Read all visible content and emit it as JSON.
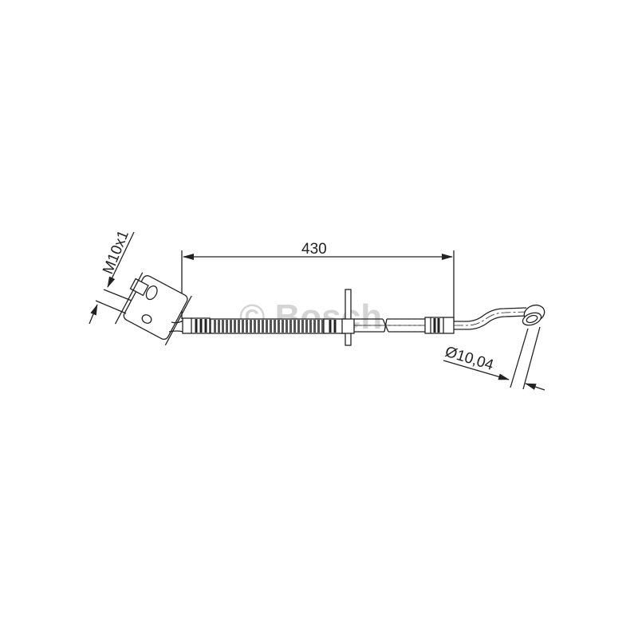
{
  "drawing": {
    "length_dimension": "430",
    "thread_dimension": "M10x1",
    "diameter_dimension": "Ø10,04",
    "watermark": "© Bosch",
    "line_color": "#222222",
    "watermark_color": "#d4d4d4"
  }
}
